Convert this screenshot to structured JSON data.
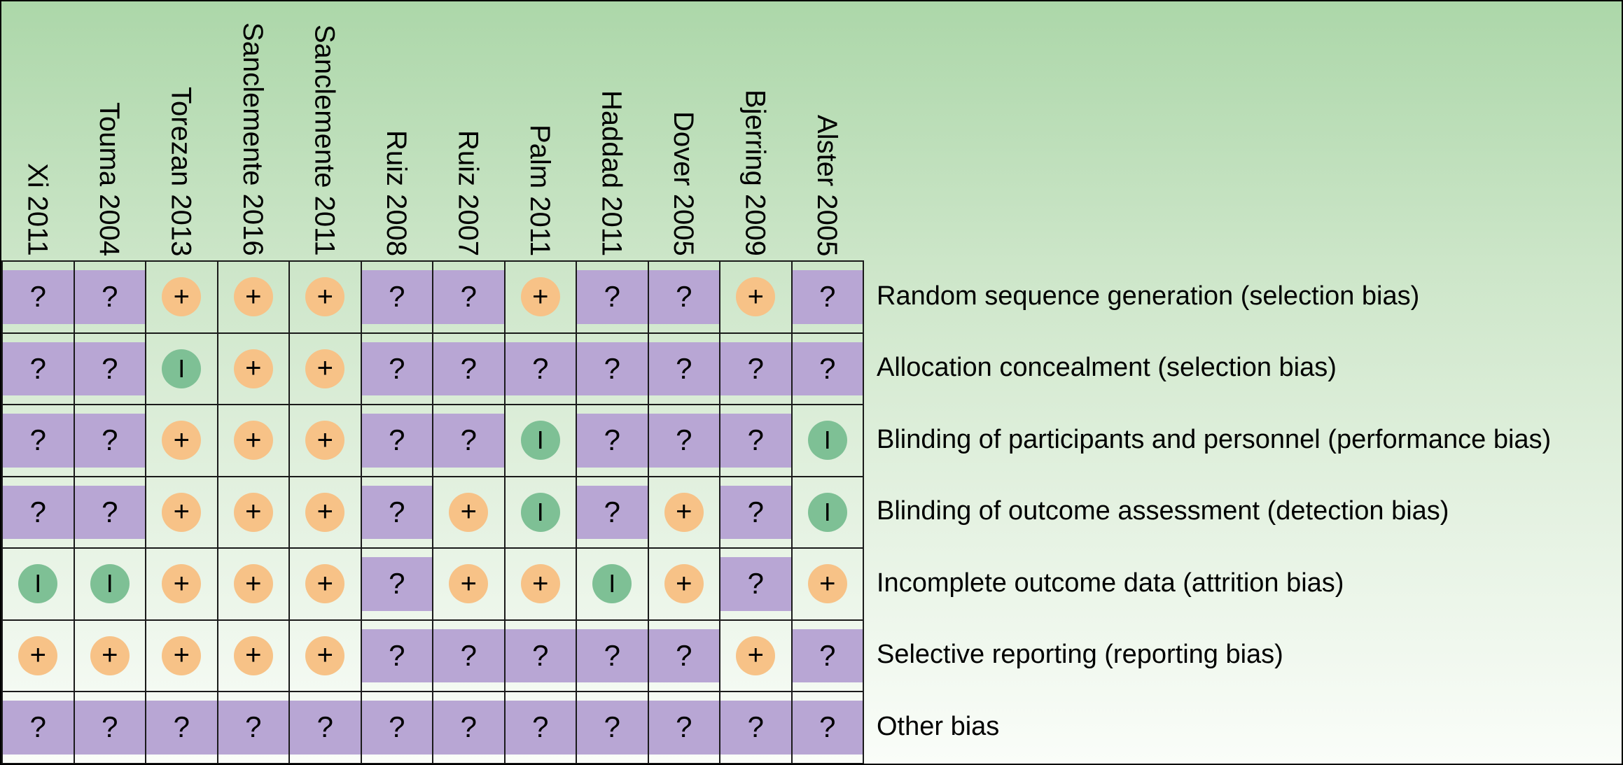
{
  "studies": [
    "Xi  2011",
    "Touma  2004",
    "Torezan  2013",
    "Sanclemente  2016",
    "Sanclemente  2011",
    "Ruiz 2008",
    "Ruiz 2007",
    "Palm 2011",
    "Haddad 2011",
    "Dover 2005",
    "Bjerring 2009",
    "Alster 2005"
  ],
  "domains": [
    "Random sequence generation (selection bias)",
    "Allocation concealment (selection bias)",
    "Blinding of participants and personnel  (performance bias)",
    "Blinding of outcome assessment  (detection bias)",
    "Incomplete outcome data  (attrition bias)",
    "Selective reporting  (reporting bias)",
    "Other bias"
  ],
  "symbols": {
    "unclear": "?",
    "low": "+",
    "high": "I"
  },
  "colors": {
    "unclear": "#b8a6d4",
    "low": "#f7c287",
    "high": "#7ec095"
  },
  "judgements": [
    [
      "unclear",
      "unclear",
      "low",
      "low",
      "low",
      "unclear",
      "unclear",
      "low",
      "unclear",
      "unclear",
      "low",
      "unclear"
    ],
    [
      "unclear",
      "unclear",
      "high",
      "low",
      "low",
      "unclear",
      "unclear",
      "unclear",
      "unclear",
      "unclear",
      "unclear",
      "unclear"
    ],
    [
      "unclear",
      "unclear",
      "low",
      "low",
      "low",
      "unclear",
      "unclear",
      "high",
      "unclear",
      "unclear",
      "unclear",
      "high"
    ],
    [
      "unclear",
      "unclear",
      "low",
      "low",
      "low",
      "unclear",
      "low",
      "high",
      "unclear",
      "low",
      "unclear",
      "high"
    ],
    [
      "high",
      "high",
      "low",
      "low",
      "low",
      "unclear",
      "low",
      "low",
      "high",
      "low",
      "unclear",
      "low"
    ],
    [
      "low",
      "low",
      "low",
      "low",
      "low",
      "unclear",
      "unclear",
      "unclear",
      "unclear",
      "unclear",
      "low",
      "unclear"
    ],
    [
      "unclear",
      "unclear",
      "unclear",
      "unclear",
      "unclear",
      "unclear",
      "unclear",
      "unclear",
      "unclear",
      "unclear",
      "unclear",
      "unclear"
    ]
  ]
}
